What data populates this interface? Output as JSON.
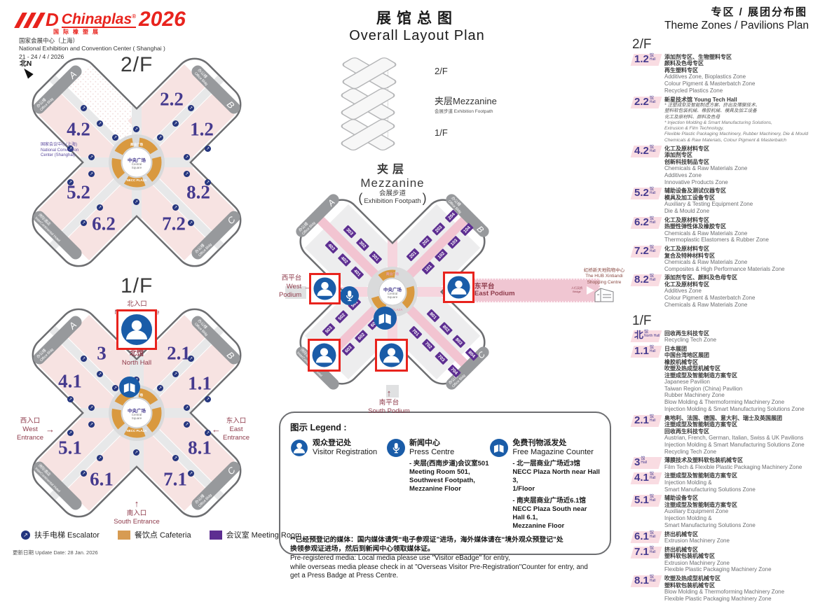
{
  "header": {
    "brand": "Chinaplas",
    "reg": "®",
    "year": "2026",
    "sub": "国际橡塑展",
    "venue_zh": "国家会展中心（上海）",
    "venue_en": "National Exhibition and Convention Center ( Shanghai )",
    "dates": "21 - 24 / 4 / 2026",
    "compass": "北N"
  },
  "main_title": {
    "zh": "展馆总图",
    "en": "Overall Layout Plan"
  },
  "stack": {
    "f2": "2/F",
    "mezz": "夹层Mezzanine",
    "foot": "会展步道 Exhibition Footpath",
    "f1": "1/F"
  },
  "plaza": {
    "arc_top": "商业广场",
    "zh": "中央广场",
    "en1": "Central",
    "en2": "Square",
    "arc_bottom": "NECC PLAZA"
  },
  "corners": {
    "office_zh": "办公楼",
    "office_en": "Office Bldg",
    "a": "A",
    "b": "B",
    "c": "C",
    "hotel_zh": "洲际酒店",
    "hotel_en": "InterContinental Hotel"
  },
  "floor2": {
    "label": "2/F",
    "halls": [
      "2.2",
      "4.2",
      "1.2",
      "5.2",
      "8.2",
      "6.2",
      "7.2"
    ],
    "venue_side_zh": "国家会议中心(上海)",
    "venue_side_en1": "National Convention",
    "venue_side_en2": "Center (Shanghai)"
  },
  "floor1": {
    "label": "1/F",
    "halls": [
      "3",
      "2.1",
      "4.1",
      "1.1",
      "5.1",
      "8.1",
      "6.1",
      "7.1"
    ],
    "north_zh": "北入口",
    "north_en": "North Entrance",
    "north_hall_zh": "北馆",
    "north_hall_en": "North Hall",
    "west_zh": "西入口",
    "west_en1": "West",
    "west_en2": "Entrance",
    "east_zh": "东入口",
    "east_en1": "East",
    "east_en2": "Entrance",
    "south_zh": "南入口",
    "south_en": "South Entrance"
  },
  "mezz": {
    "title_zh": "夹层",
    "title_en": "Mezzanine",
    "footpath_zh": "会展步道",
    "footpath_en": "Exhibition Footpath",
    "west_zh": "西平台",
    "west_en1": "West",
    "west_en2": "Podium",
    "east_zh": "东平台",
    "east_en": "East Podium",
    "south_zh": "南平台",
    "south_en": "South Podium",
    "bridge_zh": "人行天桥",
    "bridge_en": "Bridge",
    "press_label": "PRESS",
    "hub_zh": "虹桥新天地购物中心",
    "hub_en1": "The HUB Xintiandi",
    "hub_en2": "Shopping Centre",
    "rooms": {
      "a": [
        "403",
        "402",
        "401"
      ],
      "b": [
        "303",
        "302",
        "301"
      ],
      "c": [
        "201",
        "202",
        "203",
        "204"
      ],
      "d": [
        "101",
        "102",
        "103",
        "104"
      ],
      "e": [
        "503",
        "502",
        "501"
      ],
      "f": [
        "603",
        "602",
        "601"
      ],
      "g": [
        "701",
        "702",
        "703",
        "704"
      ],
      "h": [
        "801",
        "802",
        "803",
        "804"
      ]
    }
  },
  "legend": {
    "title": "图示 Legend :",
    "reg_zh": "观众登记处",
    "reg_en": "Visitor Registration",
    "press_zh": "新闻中心",
    "press_en": "Press Centre",
    "press_details": [
      "- 夹层(西南步道)会议室501",
      "Meeting Room 501,",
      "Southwest Footpath,",
      "Mezzanine Floor"
    ],
    "mag_zh": "免费刊物派发处",
    "mag_en": "Free Magazine Counter",
    "mag_details1": [
      "- 北一层商业广场近3馆",
      "NECC Plaza North near Hall 3,",
      "1/Floor"
    ],
    "mag_details2": [
      "- 南夹层商业广场近6.1馆",
      "NECC Plaza South near Hall 6.1,",
      "Mezzanine Floor"
    ],
    "note_zh": [
      "**已经预登记的媒体：国内媒体请凭“电子参观证”进场，海外媒体请在“境外观众预登记”处",
      "换领参观证进场，然后到新闻中心领取媒体证。"
    ],
    "note_en": [
      "Pre-registered media: Local media please use \"Visitor eBadge\" for entry,",
      "while overseas media please check in at \"Overseas Visitor Pre-Registration\"Counter  for entry, and",
      "get a Press Badge at Press Centre."
    ]
  },
  "maplegend": {
    "escalator": "扶手电梯 Escalator",
    "cafeteria": "餐饮点 Cafeteria",
    "meeting": "会议室 Meeting Room",
    "update": "更新日期 Update Date: 28 Jan. 2026",
    "colors": {
      "escalator": "#24357e",
      "cafeteria": "#d79b52",
      "meeting": "#5d2e91",
      "accent_red": "#e8231d",
      "icon_blue": "#1a5ca8"
    }
  },
  "theme": {
    "title_zh": "专区 / 展团分布图",
    "title_en": "Theme Zones / Pavilions Plan",
    "f2_label": "2/F",
    "f1_label": "1/F",
    "hall_suffix_zh": "馆",
    "hall_suffix_en": "Hall",
    "f2": [
      {
        "num": "1.2",
        "zh": [
          "添加剂专区、生物塑料专区",
          "颜料及色母专区",
          "再生塑料专区"
        ],
        "en": [
          "Additives Zone, Bioplastics Zone",
          "Colour Pigment & Masterbatch Zone",
          "Recycled Plastics Zone"
        ]
      },
      {
        "num": "2.2",
        "title": "新星技术馆 Young Tech Hall",
        "bullets_zh": [
          "* 注塑成型及智能制造方案、挤出及薄膜技术、",
          "塑料软包装机械、橡胶机械、模具及加工设备",
          "化工及原材料、颜料及色母"
        ],
        "bullets_en": [
          "* Injection Molding & Smart Manufacturing Solutions,",
          "Extrusion & Film Technology,",
          "Flexible Plastic Packaging Machinery, Rubber Machinery, Die & Mould",
          "Chemicals & Raw Materials, Colour Pigment & Masterbatch"
        ]
      },
      {
        "num": "4.2",
        "zh": [
          "化工及原材料专区",
          "添加剂专区",
          "创新科技制品专区"
        ],
        "en": [
          "Chemicals & Raw Materials Zone",
          "Additives Zone",
          "Innovative Products Zone"
        ]
      },
      {
        "num": "5.2",
        "zh": [
          "辅助设备及测试仪器专区",
          "模具及加工设备专区"
        ],
        "en": [
          "Auxiliary & Testing Equipment Zone",
          "Die & Mould Zone"
        ]
      },
      {
        "num": "6.2",
        "zh": [
          "化工及原材料专区",
          "热塑性弹性体及橡胶专区"
        ],
        "en": [
          "Chemicals & Raw Materials Zone",
          "Thermoplastic Elastomers & Rubber Zone"
        ]
      },
      {
        "num": "7.2",
        "zh": [
          "化工及原材料专区",
          "复合及特种材料专区"
        ],
        "en": [
          "Chemicals & Raw Materials Zone",
          "Composites & High Performance Materials Zone"
        ]
      },
      {
        "num": "8.2",
        "zh": [
          "添加剂专区、颜料及色母专区",
          "化工及原材料专区"
        ],
        "en": [
          "Additives Zone",
          "Colour Pigment & Masterbatch Zone",
          "Chemicals & Raw Materials Zone"
        ]
      }
    ],
    "f1": [
      {
        "num": "北",
        "suffix_en": "North Hall",
        "zh": [
          "回收再生科技专区"
        ],
        "en": [
          "Recycling Tech Zone"
        ]
      },
      {
        "num": "1.1",
        "zh": [
          "日本展团",
          "中国台湾地区展团",
          "橡胶机械专区",
          "吹塑及热成型机械专区",
          "注塑成型及智能制造方案专区"
        ],
        "en": [
          "Japanese Pavilion",
          "Taiwan Region (China) Pavilion",
          "Rubber Machinery Zone",
          "Blow Molding & Thermoforming Machinery Zone",
          "Injection Molding & Smart Manufacturing Solutions Zone"
        ]
      },
      {
        "num": "2.1",
        "zh": [
          "奥地利、法国、德国、意大利、瑞士及英国展团",
          "注塑成型及智能制造方案专区",
          "回收再生科技专区"
        ],
        "en": [
          "Austrian, French, German, Italian, Swiss & UK Pavilions",
          "Injection Molding & Smart Manufacturing Solutions Zone",
          "Recycling Tech Zone"
        ]
      },
      {
        "num": "3",
        "zh": [
          "薄膜技术及塑料软包装机械专区"
        ],
        "en": [
          "Film Tech &  Flexible Plastic Packaging Machinery Zone"
        ]
      },
      {
        "num": "4.1",
        "zh": [
          "注塑成型及智能制造方案专区"
        ],
        "en": [
          "Injection Molding &",
          "Smart Manufacturing Solutions Zone"
        ]
      },
      {
        "num": "5.1",
        "zh": [
          "辅助设备专区",
          "注塑成型及智能制造方案专区"
        ],
        "en": [
          "Auxiliary Equipment Zone",
          "Injection Molding &",
          "Smart Manufacturing Solutions Zone"
        ]
      },
      {
        "num": "6.1",
        "zh": [
          "挤出机械专区"
        ],
        "en": [
          "Extrusion Machinery Zone"
        ]
      },
      {
        "num": "7.1",
        "zh": [
          "挤出机械专区",
          "塑料软包装机械专区"
        ],
        "en": [
          "Extrusion Machinery Zone",
          "Flexible Plastic Packaging Machinery Zone"
        ]
      },
      {
        "num": "8.1",
        "zh": [
          "吹塑及热成型机械专区",
          "塑料软包装机械专区"
        ],
        "en": [
          "Blow Molding & Thermoforming Machinery Zone",
          "Flexible Plastic Packaging Machinery Zone"
        ]
      }
    ]
  }
}
